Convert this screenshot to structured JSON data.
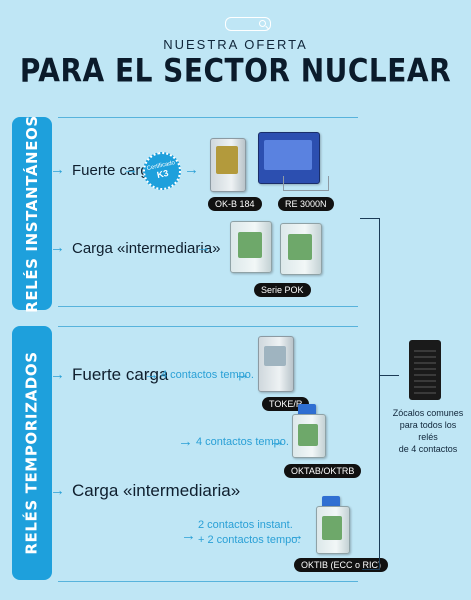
{
  "header": {
    "search_icon": "search-icon",
    "subtitle": "NUESTRA OFERTA",
    "title": "PARA EL SECTOR NUCLEAR"
  },
  "colors": {
    "background": "#bfe6f5",
    "band": "#1ea0dc",
    "arrow": "#2aa0d6",
    "tag": "#111111"
  },
  "section_instant": {
    "band_label": "RELÉS INSTANTÁNEOS",
    "heavy_load_label": "Fuerte carga",
    "badge_line1": "Certificado",
    "badge_line2": "K3",
    "tag_okb": "OK-B 184",
    "tag_re": "RE 3000N",
    "intermediate_label": "Carga «intermediaria»",
    "tag_pok": "Serie POK"
  },
  "section_timed": {
    "band_label": "RELÉS TEMPORIZADOS",
    "heavy_load_label": "Fuerte carga",
    "contacts_toke": "4 contactos tempo.",
    "tag_toke": "TOKE/R",
    "contacts_oktab": "4 contactos tempo.",
    "tag_oktab": "OKTAB/OKTRB",
    "intermediate_label": "Carga «intermediaria»",
    "contacts_oktib_line1": "2 contactos instant.",
    "contacts_oktib_line2": "+ 2 contactos tempo.",
    "tag_oktib": "OKTIB (ECC o RIC)"
  },
  "sockets": {
    "note_line1": "Zócalos comunes",
    "note_line2": "para todos los relés",
    "note_line3": "de 4 contactos"
  }
}
